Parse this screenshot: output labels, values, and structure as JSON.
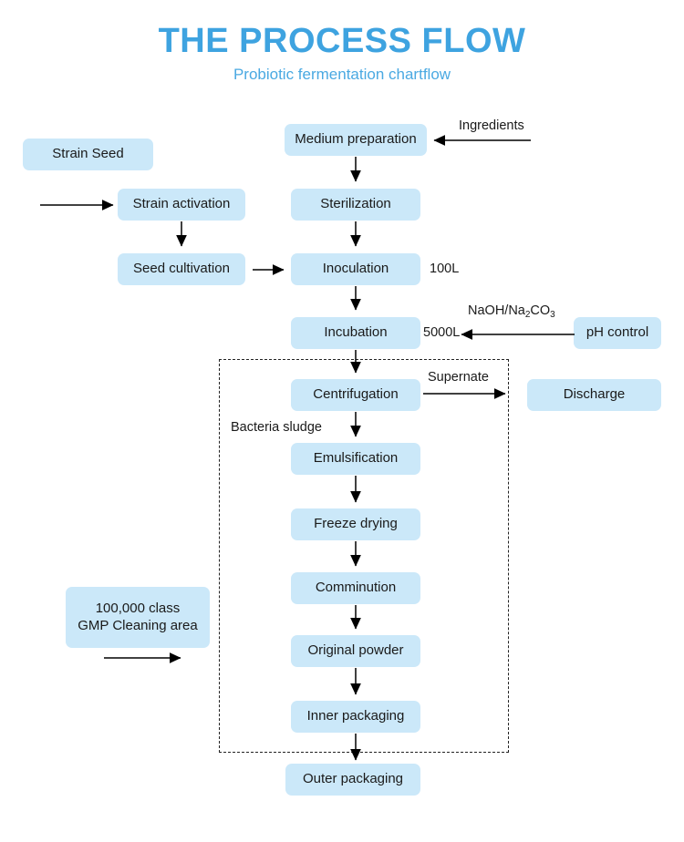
{
  "header": {
    "title": "THE PROCESS FLOW",
    "subtitle": "Probiotic fermentation chartflow",
    "title_color": "#3ea3e0",
    "subtitle_color": "#4aa9e2"
  },
  "theme": {
    "node_fill": "#cbe8f9",
    "background": "#ffffff",
    "text_color": "#1a1a1a",
    "line_color": "#000000",
    "dashed_color": "#222222"
  },
  "nodes": {
    "strain_seed": "Strain Seed",
    "strain_activation": "Strain activation",
    "seed_cultivation": "Seed cultivation",
    "medium_preparation": "Medium preparation",
    "sterilization": "Sterilization",
    "inoculation": "Inoculation",
    "incubation": "Incubation",
    "centrifugation": "Centrifugation",
    "emulsification": "Emulsification",
    "freeze_drying": "Freeze drying",
    "comminution": "Comminution",
    "original_powder": "Original powder",
    "inner_packaging": "Inner packaging",
    "outer_packaging": "Outer packaging",
    "ph_control": "pH control",
    "discharge": "Discharge",
    "gmp_area_line1": "100,000 class",
    "gmp_area_line2": "GMP Cleaning area"
  },
  "labels": {
    "ingredients": "Ingredients",
    "volume_inoculation": "100L",
    "volume_incubation": "5000L",
    "reagent_prefix": "NaOH/Na",
    "reagent_sub1": "2",
    "reagent_mid": "CO",
    "reagent_sub2": "3",
    "supernate": "Supernate",
    "bacteria_sludge": "Bacteria sludge"
  }
}
